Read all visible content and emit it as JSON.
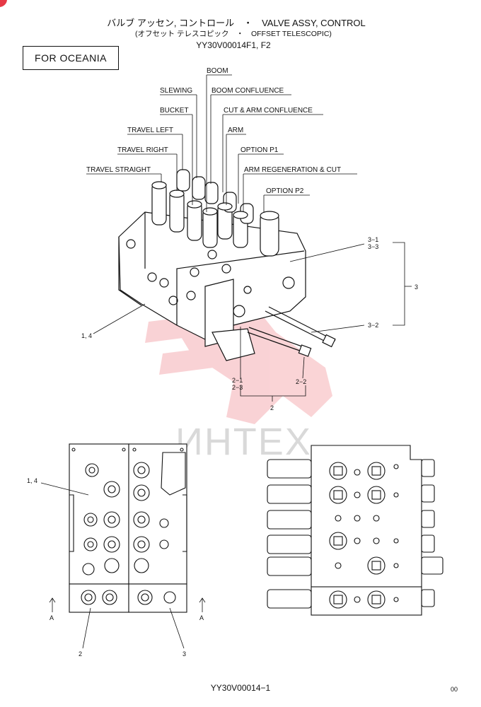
{
  "header": {
    "title_line1": "バルブ アッセン, コントロール　・　VALVE ASSY, CONTROL",
    "title_line2": "(オフセット テレスコピック　・　OFFSET TELESCOPIC)",
    "model": "YY30V00014F1, F2"
  },
  "region_box": "FOR  OCEANIA",
  "watermark": "ИНТЕХ",
  "labels": {
    "boom": "BOOM",
    "slewing": "SLEWING",
    "boom_confluence": "BOOM  CONFLUENCE",
    "bucket": "BUCKET",
    "cut_arm_confluence": "CUT & ARM CONFLUENCE",
    "travel_left": "TRAVEL  LEFT",
    "arm": "ARM",
    "travel_right": "TRAVEL  RIGHT",
    "option_p1": "OPTION  P1",
    "travel_straight": "TRAVEL  STRAIGHT",
    "arm_regen": "ARM  REGENERATION  &  CUT",
    "option_p2": "OPTION  P2"
  },
  "refs": {
    "r3_1": "3−1",
    "r3_3": "3−3",
    "r3": "3",
    "r3_2": "3−2",
    "r1_4_top": "1, 4",
    "r2_1": "2−1",
    "r2_3": "2−3",
    "r2_2": "2−2",
    "r2": "2",
    "r1_4_bottom": "1, 4",
    "rA_left": "A",
    "rA_right": "A",
    "r2_bottom": "2",
    "r3_bottom": "3"
  },
  "footer": {
    "part_code": "YY30V00014−1",
    "page": "00"
  },
  "colors": {
    "watermark_red": "#e63946",
    "line": "#111111"
  }
}
